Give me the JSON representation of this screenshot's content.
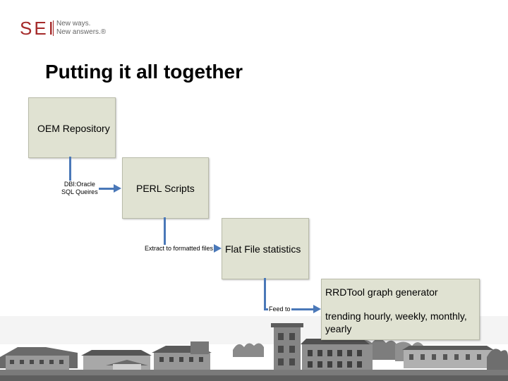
{
  "logo": {
    "mark": "SEI",
    "tagline_line1": "New ways.",
    "tagline_line2": "New answers.®"
  },
  "slide": {
    "title": "Putting it all together"
  },
  "diagram": {
    "nodes": {
      "oem_repository": "OEM Repository",
      "perl_scripts": "PERL Scripts",
      "flat_file_statistics": "Flat File statistics",
      "rrdtool_title": "RRDTool graph generator",
      "rrdtool_line1": "trending hourly, weekly, monthly,",
      "rrdtool_line2": "yearly"
    },
    "connectors": {
      "dbi_line1": "DBI:Oracle",
      "dbi_line2": "SQL Queires",
      "extract": "Extract to formatted files",
      "feed": "Feed to"
    },
    "colors": {
      "box_fill": "#e0e2d2",
      "connector": "#4a78b8",
      "logo": "#a52a2a"
    }
  },
  "footer": {
    "image": "campus-buildings-photo"
  }
}
